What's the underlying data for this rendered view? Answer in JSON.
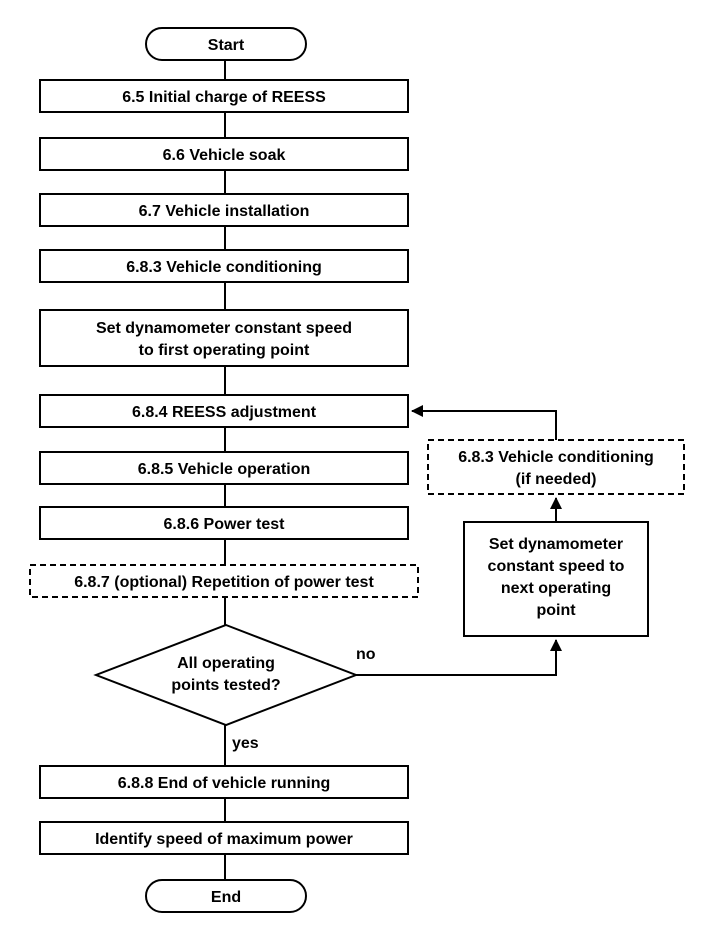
{
  "flowchart": {
    "start": "Start",
    "end": "End",
    "steps": {
      "initial_charge": "6.5 Initial charge of REESS",
      "vehicle_soak": "6.6 Vehicle soak",
      "vehicle_installation": "6.7 Vehicle installation",
      "vehicle_conditioning": "6.8.3 Vehicle conditioning",
      "set_first_point": [
        "Set dynamometer constant speed",
        "to first operating point"
      ],
      "reess_adjustment": "6.8.4 REESS adjustment",
      "vehicle_operation": "6.8.5 Vehicle operation",
      "power_test": "6.8.6 Power test",
      "repetition_power_test": "6.8.7 (optional) Repetition of power test",
      "end_vehicle_running": "6.8.8 End of vehicle running",
      "identify_speed": "Identify speed of maximum power"
    },
    "decision": [
      "All operating",
      "points tested?"
    ],
    "labels": {
      "no": "no",
      "yes": "yes"
    },
    "loop": {
      "conditioning_if_needed": [
        "6.8.3 Vehicle conditioning",
        "(if needed)"
      ],
      "set_next_point": [
        "Set dynamometer",
        "constant speed to",
        "next operating",
        "point"
      ]
    }
  }
}
